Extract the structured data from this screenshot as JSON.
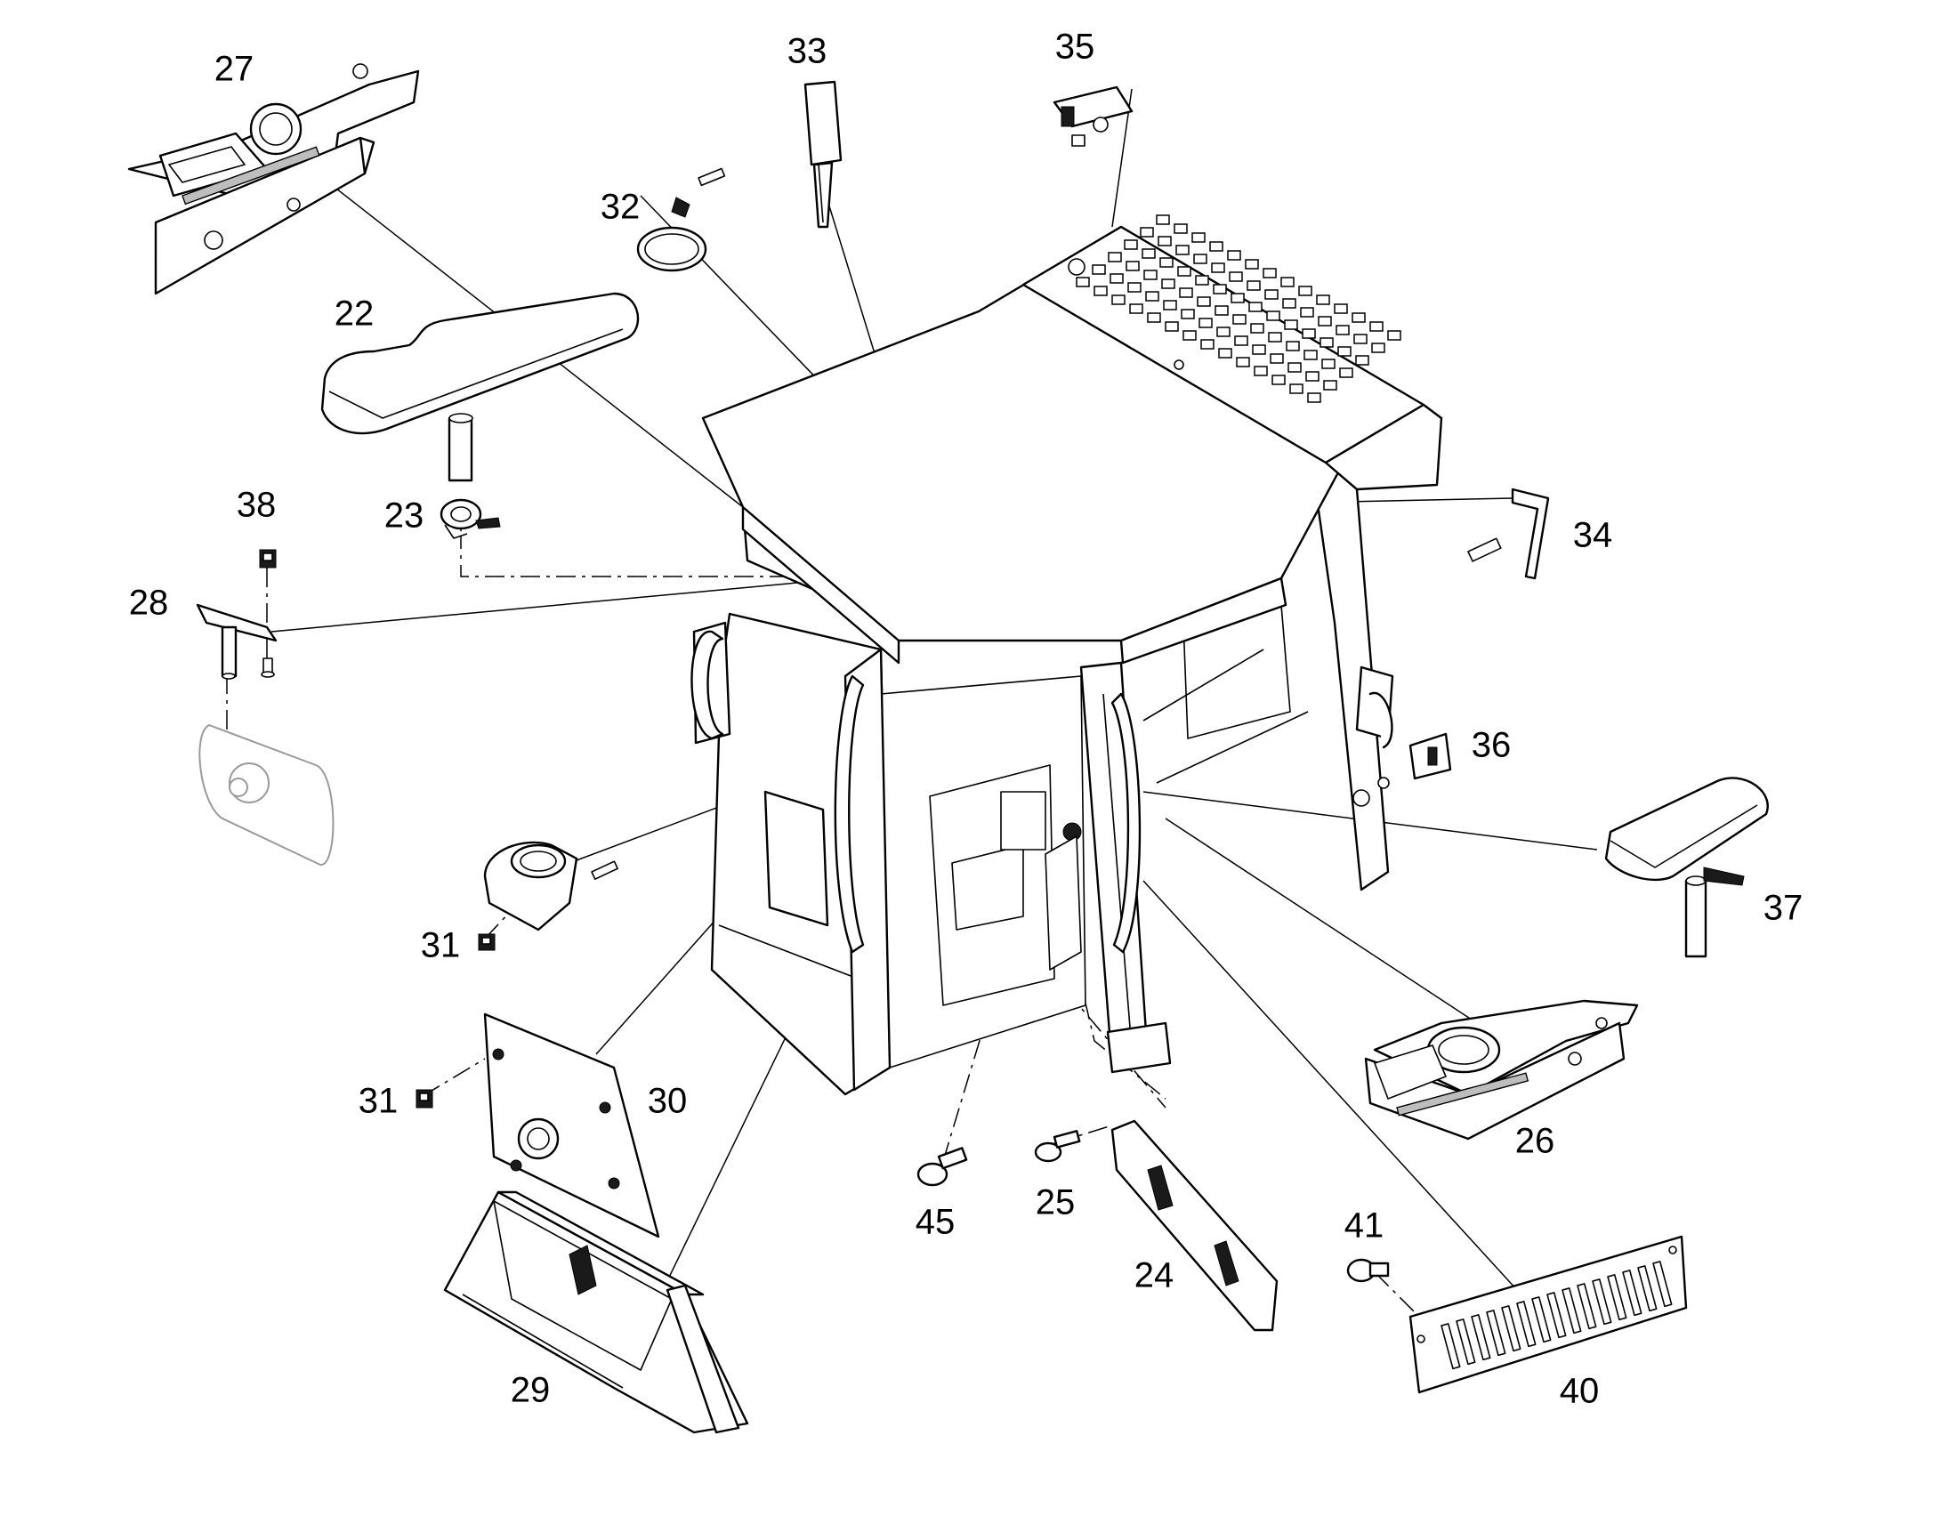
{
  "callouts": [
    {
      "id": "c22",
      "label": "22"
    },
    {
      "id": "c23",
      "label": "23"
    },
    {
      "id": "c24",
      "label": "24"
    },
    {
      "id": "c25",
      "label": "25"
    },
    {
      "id": "c26",
      "label": "26"
    },
    {
      "id": "c27",
      "label": "27"
    },
    {
      "id": "c28",
      "label": "28"
    },
    {
      "id": "c29",
      "label": "29"
    },
    {
      "id": "c30",
      "label": "30"
    },
    {
      "id": "c31a",
      "label": "31"
    },
    {
      "id": "c31b",
      "label": "31"
    },
    {
      "id": "c32",
      "label": "32"
    },
    {
      "id": "c33",
      "label": "33"
    },
    {
      "id": "c34",
      "label": "34"
    },
    {
      "id": "c35",
      "label": "35"
    },
    {
      "id": "c36",
      "label": "36"
    },
    {
      "id": "c37",
      "label": "37"
    },
    {
      "id": "c38",
      "label": "38"
    },
    {
      "id": "c40",
      "label": "40"
    },
    {
      "id": "c41",
      "label": "41"
    },
    {
      "id": "c45",
      "label": "45"
    }
  ]
}
